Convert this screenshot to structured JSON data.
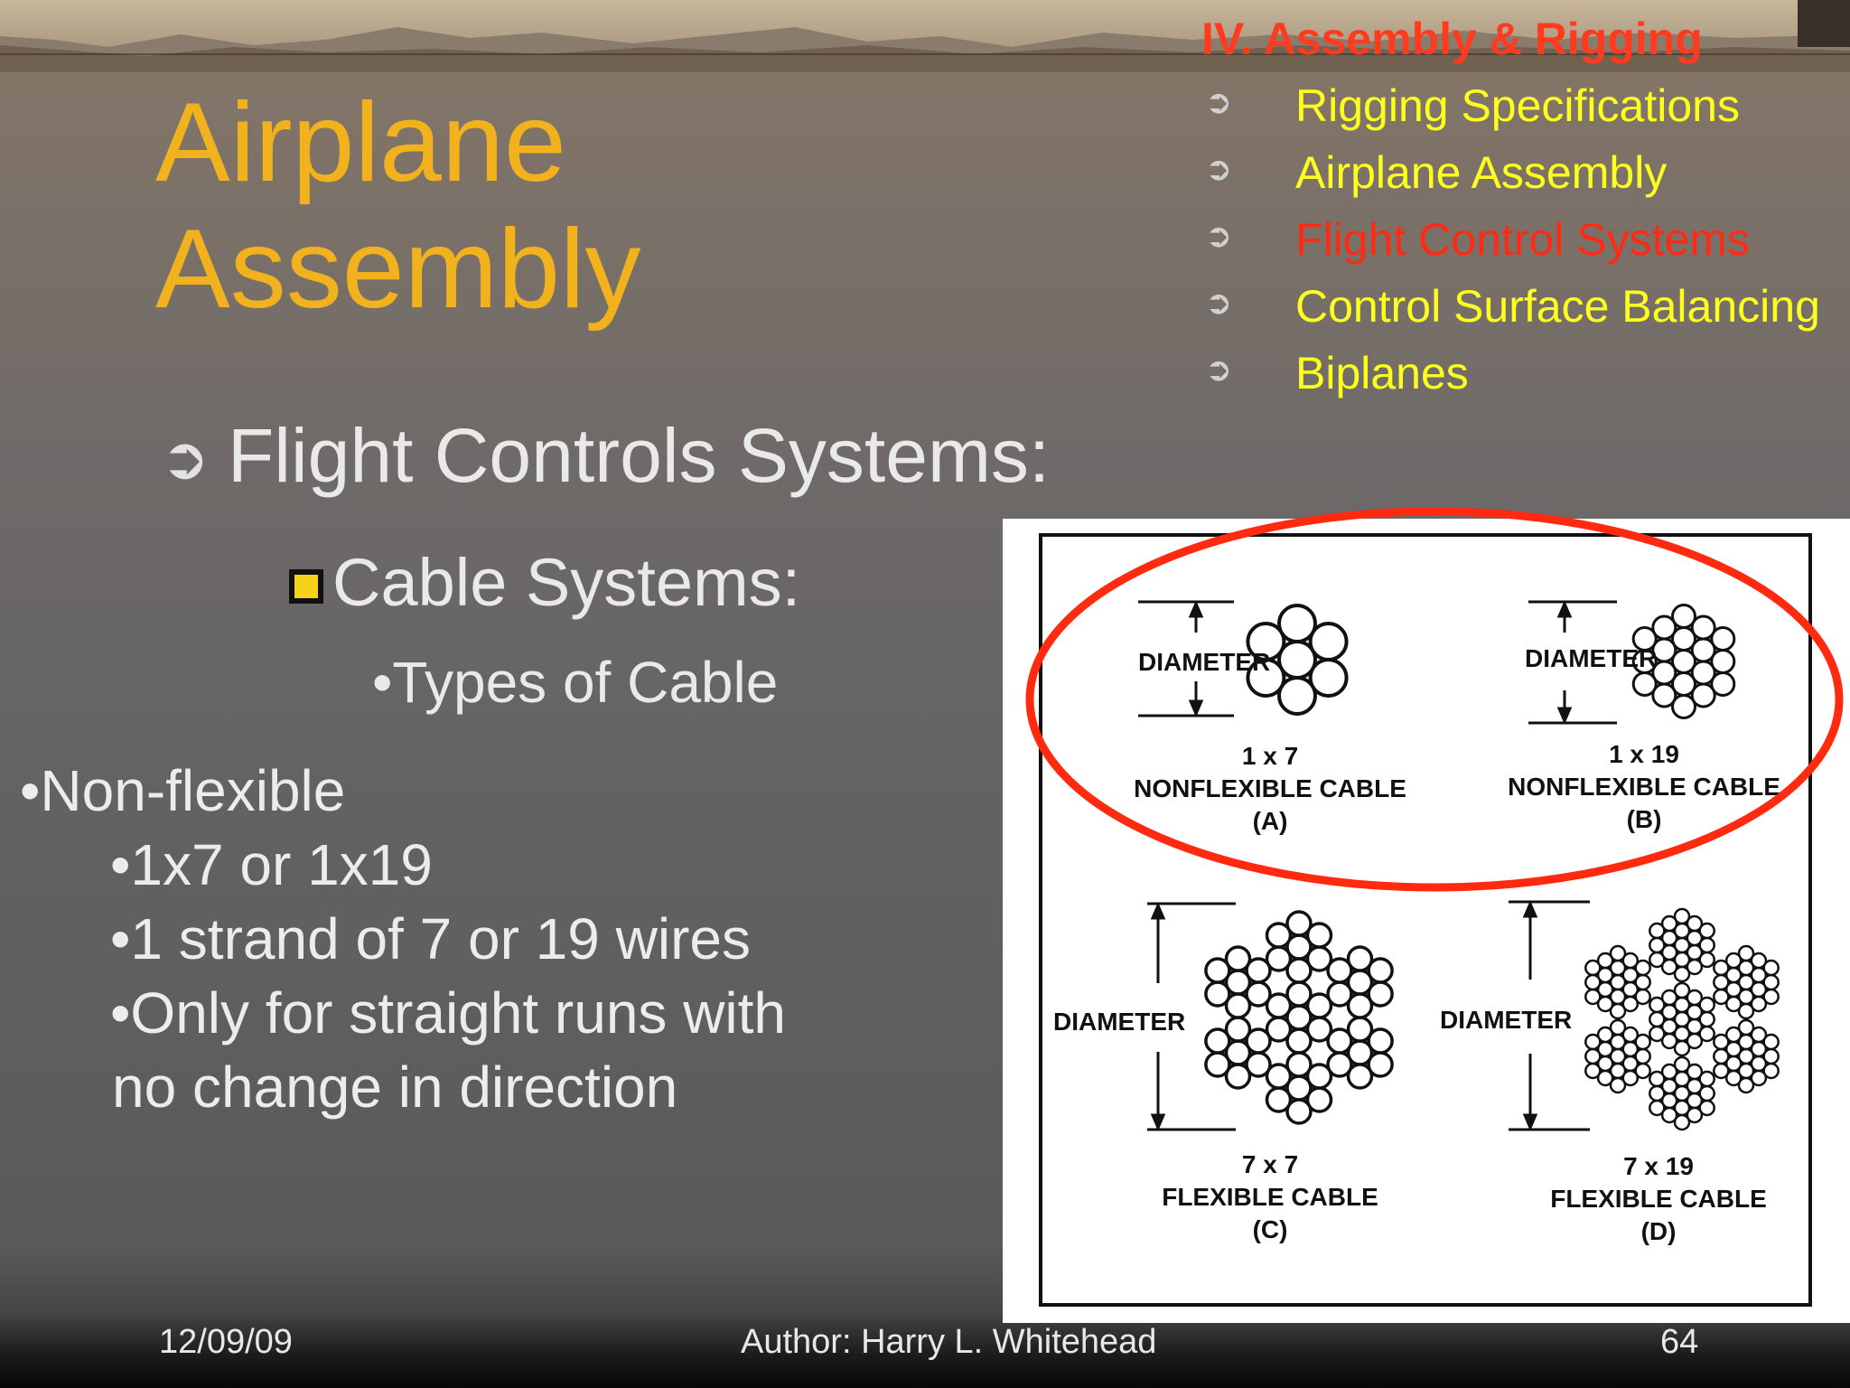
{
  "slide": {
    "title_line1": "Airplane",
    "title_line2": "Assembly",
    "heading": "Flight Controls Systems:",
    "subheading": "Cable Systems:",
    "subsubheading": "•Types of Cable",
    "bullets": [
      "•Non-flexible",
      "•1x7 or 1x19",
      "•1 strand of 7 or 19 wires",
      "•Only for straight runs with",
      "no change in direction"
    ]
  },
  "toc": {
    "heading": "IV.  Assembly & Rigging",
    "arrow_glyph": "➲",
    "items": [
      {
        "label": "Rigging Specifications",
        "active": false
      },
      {
        "label": "Airplane Assembly",
        "active": false
      },
      {
        "label": "Flight Control Systems",
        "active": true
      },
      {
        "label": "Control Surface Balancing",
        "active": false
      },
      {
        "label": "Biplanes",
        "active": false
      }
    ]
  },
  "figure": {
    "panels": [
      {
        "diameter_label": "DIAMETER",
        "size": "1 x 7",
        "type": "NONFLEXIBLE CABLE",
        "letter": "(A)"
      },
      {
        "diameter_label": "DIAMETER",
        "size": "1 x 19",
        "type": "NONFLEXIBLE CABLE",
        "letter": "(B)"
      },
      {
        "diameter_label": "DIAMETER",
        "size": "7 x 7",
        "type": "FLEXIBLE CABLE",
        "letter": "(C)"
      },
      {
        "diameter_label": "DIAMETER",
        "size": "7 x 19",
        "type": "FLEXIBLE CABLE",
        "letter": "(D)"
      }
    ],
    "highlight_color": "#ff2a10"
  },
  "footer": {
    "date": "12/09/09",
    "author": "Author:  Harry L. Whitehead",
    "page": "64"
  },
  "colors": {
    "title": "#f2b21e",
    "toc_heading": "#ff3b1f",
    "toc_item": "#ffff1e",
    "toc_active": "#ff2a14",
    "body_text": "#e9e9e9"
  }
}
